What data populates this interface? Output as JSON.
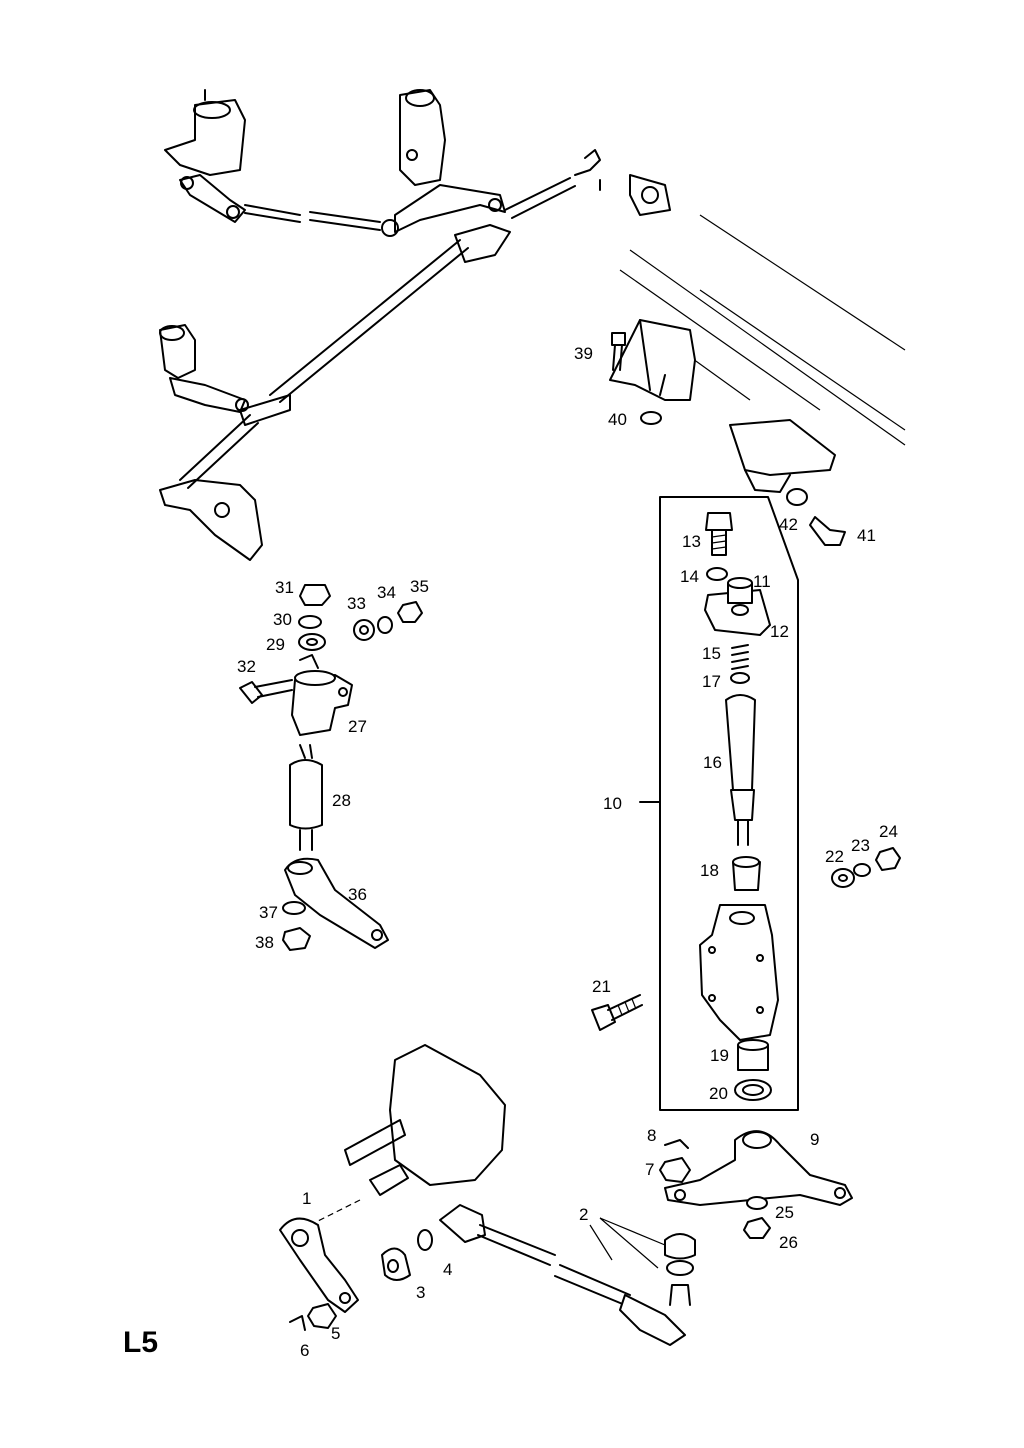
{
  "sheet_id": "L5",
  "callouts": [
    {
      "id": "c1",
      "text": "1"
    },
    {
      "id": "c2",
      "text": "2"
    },
    {
      "id": "c3",
      "text": "3"
    },
    {
      "id": "c4",
      "text": "4"
    },
    {
      "id": "c5",
      "text": "5"
    },
    {
      "id": "c6",
      "text": "6"
    },
    {
      "id": "c7",
      "text": "7"
    },
    {
      "id": "c8",
      "text": "8"
    },
    {
      "id": "c9",
      "text": "9"
    },
    {
      "id": "c10",
      "text": "10"
    },
    {
      "id": "c11",
      "text": "11"
    },
    {
      "id": "c12",
      "text": "12"
    },
    {
      "id": "c13",
      "text": "13"
    },
    {
      "id": "c14",
      "text": "14"
    },
    {
      "id": "c15",
      "text": "15"
    },
    {
      "id": "c16",
      "text": "16"
    },
    {
      "id": "c17",
      "text": "17"
    },
    {
      "id": "c18",
      "text": "18"
    },
    {
      "id": "c19",
      "text": "19"
    },
    {
      "id": "c20",
      "text": "20"
    },
    {
      "id": "c21",
      "text": "21"
    },
    {
      "id": "c22",
      "text": "22"
    },
    {
      "id": "c23",
      "text": "23"
    },
    {
      "id": "c24",
      "text": "24"
    },
    {
      "id": "c25",
      "text": "25"
    },
    {
      "id": "c26",
      "text": "26"
    },
    {
      "id": "c27",
      "text": "27"
    },
    {
      "id": "c28",
      "text": "28"
    },
    {
      "id": "c29",
      "text": "29"
    },
    {
      "id": "c30",
      "text": "30"
    },
    {
      "id": "c31",
      "text": "31"
    },
    {
      "id": "c32",
      "text": "32"
    },
    {
      "id": "c33",
      "text": "33"
    },
    {
      "id": "c34",
      "text": "34"
    },
    {
      "id": "c35",
      "text": "35"
    },
    {
      "id": "c36",
      "text": "36"
    },
    {
      "id": "c37",
      "text": "37"
    },
    {
      "id": "c38",
      "text": "38"
    },
    {
      "id": "c39",
      "text": "39"
    },
    {
      "id": "c40",
      "text": "40"
    },
    {
      "id": "c41",
      "text": "41"
    },
    {
      "id": "c42",
      "text": "42"
    }
  ]
}
